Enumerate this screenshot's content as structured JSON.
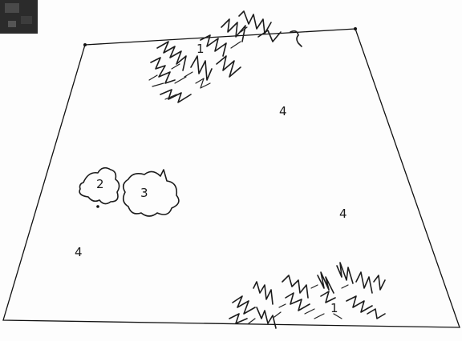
{
  "diagram": {
    "regions": [
      {
        "id": "shrub-top",
        "label": "1"
      },
      {
        "id": "small-patch",
        "label": "2"
      },
      {
        "id": "large-patch",
        "label": "3"
      },
      {
        "id": "open-center",
        "label": "4"
      },
      {
        "id": "open-right",
        "label": "4"
      },
      {
        "id": "open-left",
        "label": "4"
      },
      {
        "id": "shrub-bottom",
        "label": "1"
      }
    ],
    "colors": {
      "ink": "#1c1c1c",
      "paper": "#fdfdfd",
      "corner_photo": "#2a2a2a"
    }
  }
}
